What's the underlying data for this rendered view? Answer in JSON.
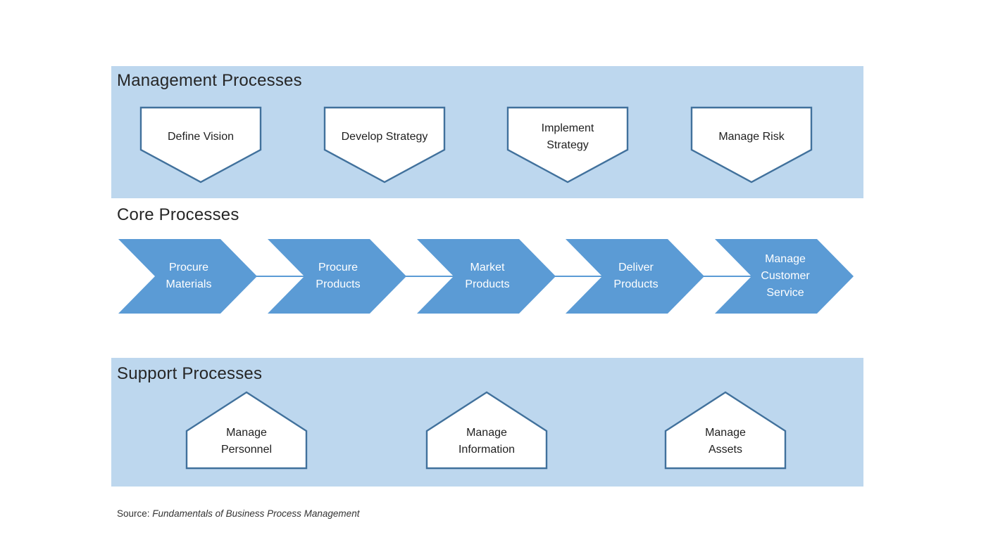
{
  "sections": {
    "management": {
      "title": "Management Processes",
      "shapes": [
        "Define Vision",
        "Develop Strategy",
        "Implement Strategy",
        "Manage Risk"
      ]
    },
    "core": {
      "title": "Core Processes",
      "shapes": [
        "Procure Materials",
        "Procure Products",
        "Market Products",
        "Deliver Products",
        "Manage Customer Service"
      ]
    },
    "support": {
      "title": "Support Processes",
      "shapes": [
        "Manage Personnel",
        "Manage Information",
        "Manage Assets"
      ]
    }
  },
  "source": {
    "prefix": "Source:",
    "work": "Fundamentals of Business Process Management"
  },
  "colors": {
    "band_background": "#bdd7ee",
    "chevron_fill": "#5b9bd5",
    "pentagon_fill": "#ffffff",
    "pentagon_stroke": "#41719c",
    "title_text": "#262626",
    "chevron_text": "#ffffff"
  }
}
